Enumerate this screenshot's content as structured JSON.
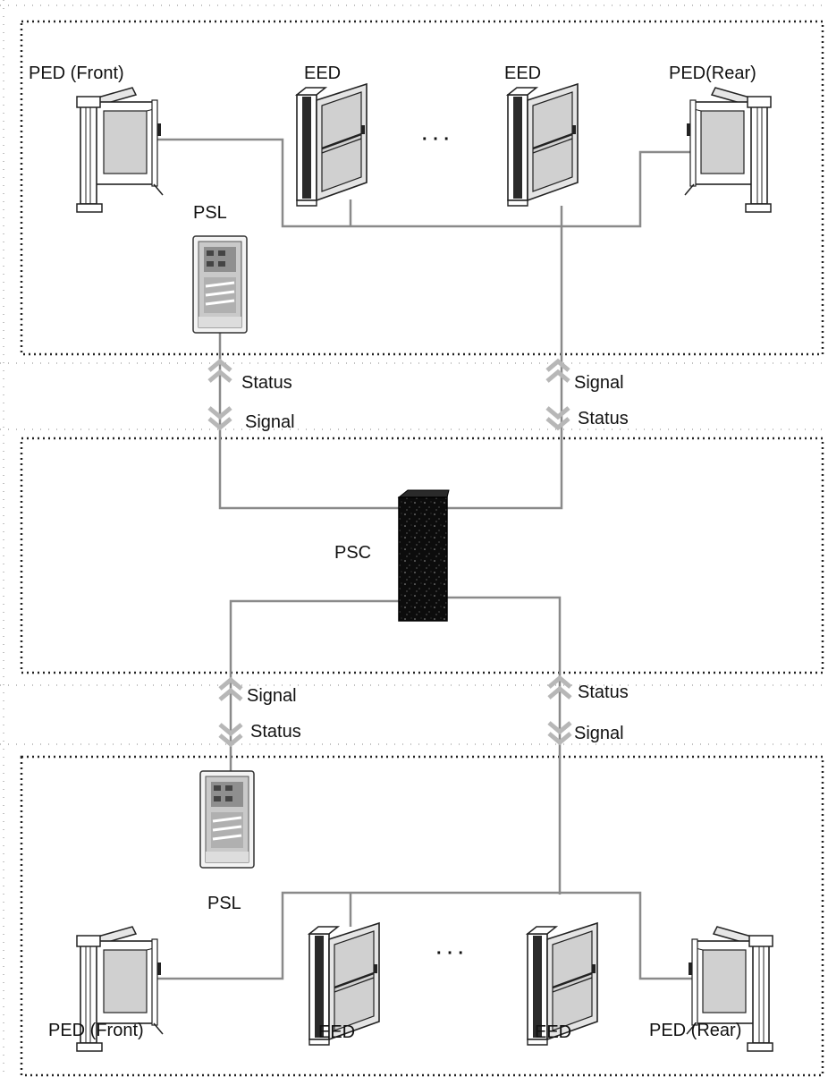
{
  "top_section": {
    "ped_front_label": "PED (Front)",
    "eed_left_label": "EED",
    "eed_right_label": "EED",
    "ped_rear_label": "PED(Rear)",
    "ellipsis": "· · ·",
    "psl_label": "PSL"
  },
  "upper_link": {
    "left_up_label": "Status",
    "left_down_label": "Signal",
    "right_up_label": "Signal",
    "right_down_label": "Status"
  },
  "middle_section": {
    "psc_label": "PSC"
  },
  "lower_link": {
    "left_up_label": "Signal",
    "left_down_label": "Status",
    "right_up_label": "Status",
    "right_down_label": "Signal"
  },
  "bottom_section": {
    "psl_label": "PSL",
    "ellipsis": "· · ·",
    "ped_front_label": "PED (Front)",
    "eed_left_label": "EED",
    "eed_right_label": "EED",
    "ped_rear_label": "PED (Rear)"
  },
  "colors": {
    "wire": "#8a8a8a",
    "chevron": "#b7b7b7",
    "frame": "#222222",
    "door_panel": "#d0d0d0"
  }
}
